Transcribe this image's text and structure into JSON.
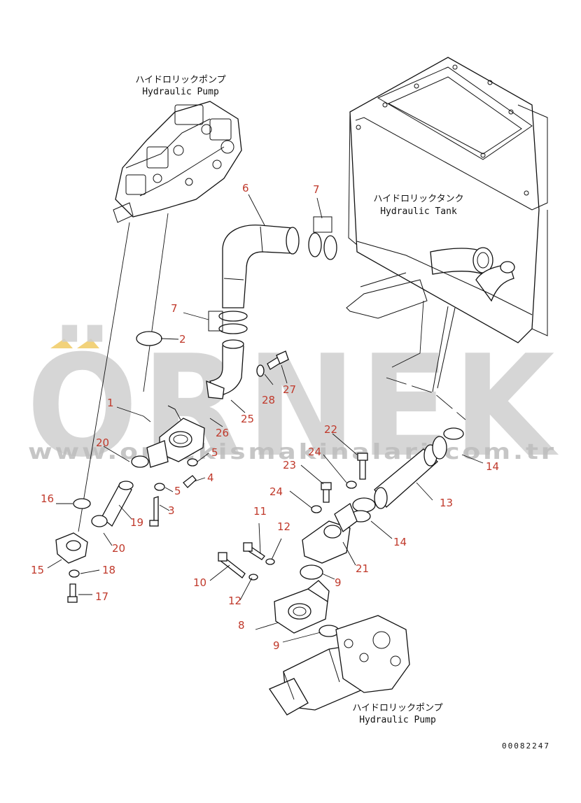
{
  "captions": {
    "pump_top_jp": "ハイドロリックポンプ",
    "pump_top_en": "Hydraulic Pump",
    "tank_jp": "ハイドロリックタンク",
    "tank_en": "Hydraulic Tank",
    "pump_bottom_jp": "ハイドロリックポンプ",
    "pump_bottom_en": "Hydraulic Pump"
  },
  "doc_number": "00082247",
  "watermark": {
    "brand": "ÖRNEK",
    "url": "www.ornekismakinalari.com.tr",
    "accent_color": "#f2d27a"
  },
  "part_labels": {
    "p1": "1",
    "p2": "2",
    "p3": "3",
    "p4": "4",
    "p5a": "5",
    "p5b": "5",
    "p6": "6",
    "p7a": "7",
    "p7b": "7",
    "p8": "8",
    "p9a": "9",
    "p9b": "9",
    "p10": "10",
    "p11": "11",
    "p12a": "12",
    "p12b": "12",
    "p13": "13",
    "p14a": "14",
    "p14b": "14",
    "p15": "15",
    "p16": "16",
    "p17": "17",
    "p18": "18",
    "p19": "19",
    "p20a": "20",
    "p20b": "20",
    "p21": "21",
    "p22": "22",
    "p23": "23",
    "p24a": "24",
    "p24b": "24",
    "p25": "25",
    "p26": "26",
    "p27": "27",
    "p28": "28"
  },
  "colors": {
    "label": "#c0392b",
    "line": "#111111",
    "watermark": "#cfcfcf"
  }
}
